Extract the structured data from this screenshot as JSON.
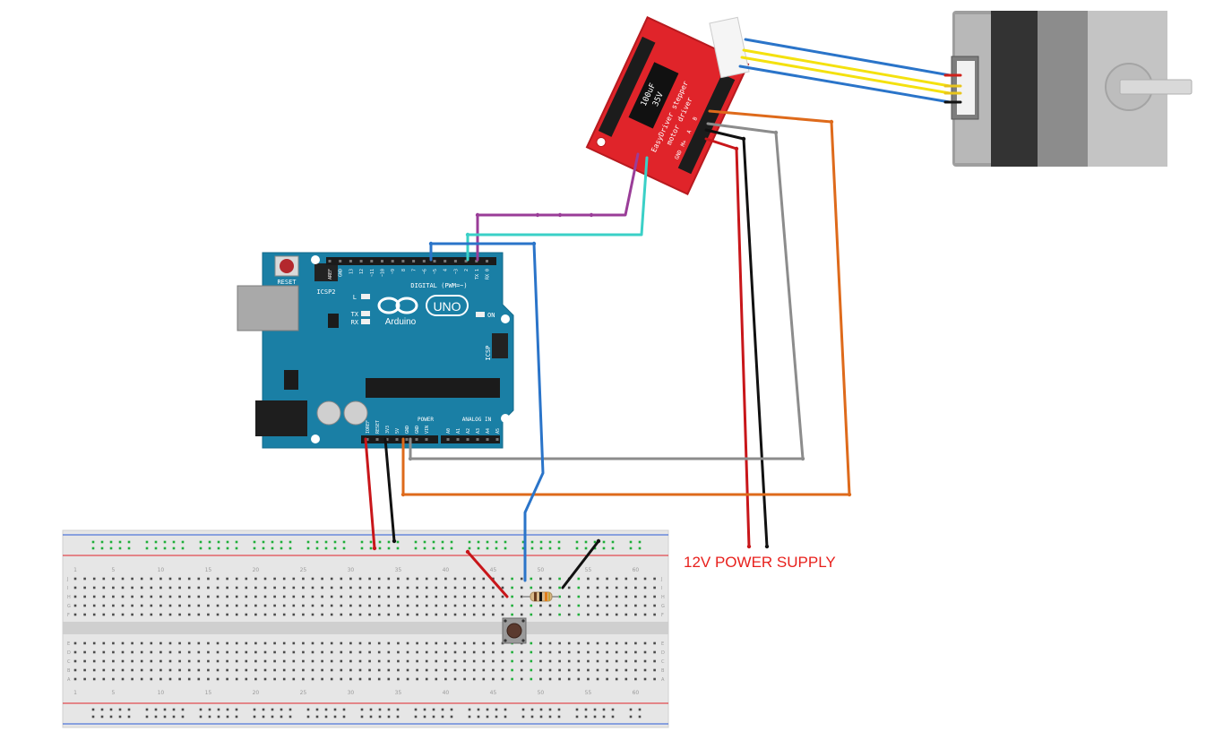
{
  "arduino": {
    "reset_label": "RESET",
    "icsp2_label": "ICSP2",
    "icsp_label": "ICSP",
    "brand_label": "Arduino",
    "model_label": "UNO",
    "digital_label": "DIGITAL (PWM=~)",
    "power_label": "POWER",
    "analog_label": "ANALOG IN",
    "on_label": "ON",
    "led_l_label": "L",
    "led_tx_label": "TX",
    "led_rx_label": "RX",
    "digital_pins": [
      "AREF",
      "GND",
      "13",
      "12",
      "~11",
      "~10",
      "~9",
      "8",
      "7",
      "~6",
      "~5",
      "4",
      "~3",
      "2",
      "TX 1",
      "RX 0"
    ],
    "power_pins": [
      "IOREF",
      "RESET",
      "3V3",
      "5V",
      "GND",
      "GND",
      "VIN"
    ],
    "analog_pins": [
      "A0",
      "A1",
      "A2",
      "A3",
      "A4",
      "A5"
    ]
  },
  "driver": {
    "title_line1": "EasyDriver stepper",
    "title_line2": "motor driver",
    "cap_label_1": "100uF",
    "cap_label_2": "35V",
    "pin_labels": [
      "GND",
      "M+",
      "A",
      "B"
    ]
  },
  "breadboard": {
    "column_numbers": [
      "1",
      "5",
      "10",
      "15",
      "20",
      "25",
      "30",
      "35",
      "40",
      "45",
      "50",
      "55",
      "60"
    ],
    "row_letters_top": [
      "J",
      "I",
      "H",
      "G",
      "F"
    ],
    "row_letters_bottom": [
      "E",
      "D",
      "C",
      "B",
      "A"
    ]
  },
  "labels": {
    "power_supply": "12V POWER SUPPLY"
  },
  "colors": {
    "board_blue": "#1a7fa5",
    "driver_red": "#e0242a",
    "wire_red": "#c8161a",
    "wire_black": "#111111",
    "wire_blue": "#2a74c9",
    "wire_yellow": "#f4e10f",
    "wire_orange": "#de6a1b",
    "wire_gray": "#8c8c8c",
    "wire_purple": "#9a3d98",
    "wire_cyan": "#3ad0c7"
  }
}
